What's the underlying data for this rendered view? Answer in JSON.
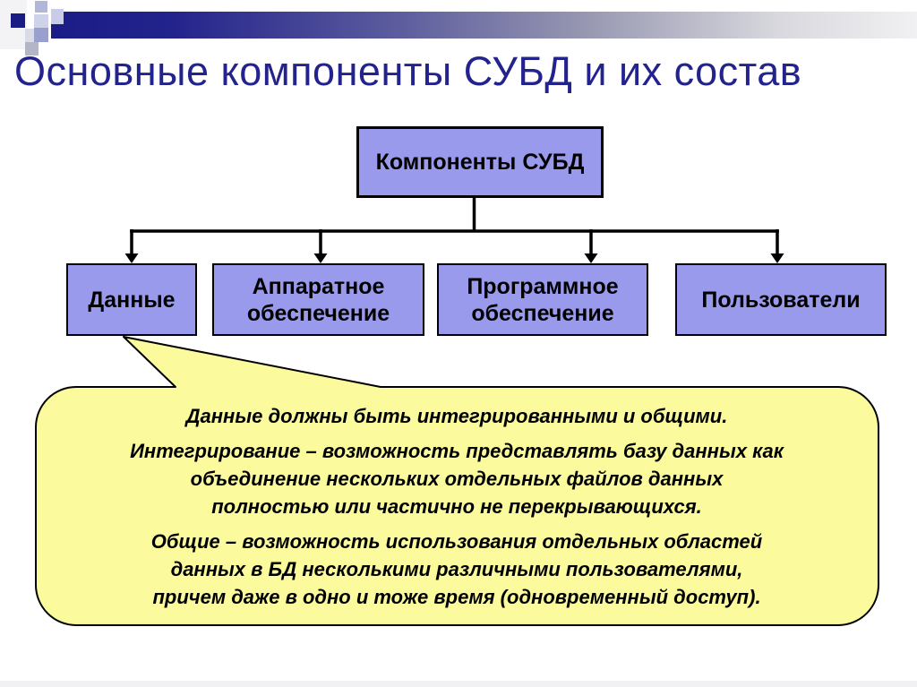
{
  "slide": {
    "title": "Основные компоненты СУБД и их состав"
  },
  "diagram": {
    "root": {
      "label": "Компоненты СУБД"
    },
    "children": [
      {
        "label": "Данные"
      },
      {
        "label": "Аппаратное обеспечение"
      },
      {
        "label": "Программное обеспечение"
      },
      {
        "label": "Пользователи"
      }
    ]
  },
  "callout": {
    "target": "Данные",
    "paragraphs": [
      [
        "Данные должны быть интегрированными и общими."
      ],
      [
        "Интегрирование – возможность представлять базу данных как",
        "объединение нескольких отдельных файлов данных",
        "полностью или частично не перекрывающихся."
      ],
      [
        "Общие – возможность использования отдельных областей",
        "данных в БД несколькими различными пользователями,",
        "причем даже в одно и тоже время (одновременный доступ)."
      ]
    ]
  },
  "colors": {
    "background": "#ffffff",
    "title_text": "#23238e",
    "box_fill": "#9a9aec",
    "box_border": "#000000",
    "box_text": "#000000",
    "callout_fill": "#fbfb9e",
    "callout_border": "#000000",
    "connector": "#000000",
    "bar_dark": "#1c1c87",
    "bar_light": "#f1f1f3",
    "square_navy": "#1b1b84"
  }
}
